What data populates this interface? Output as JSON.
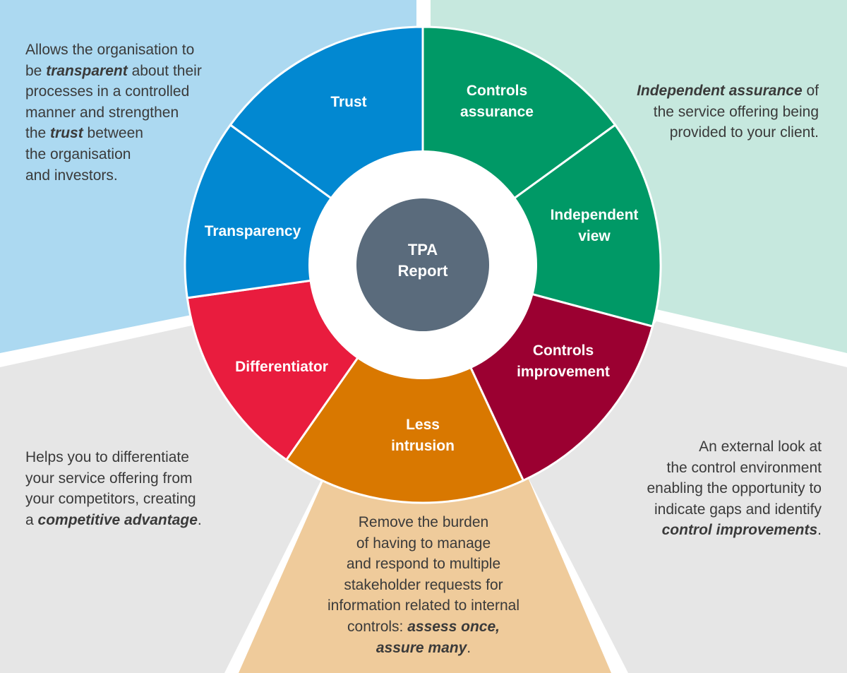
{
  "center": {
    "line1": "TPA",
    "line2": "Report"
  },
  "segments": {
    "trust": {
      "label": "Trust",
      "color": "#0288d1"
    },
    "transparency": {
      "label": "Transparency",
      "color": "#0288d1"
    },
    "controls_assurance": {
      "line1": "Controls",
      "line2": "assurance",
      "color": "#009966"
    },
    "independent_view": {
      "line1": "Independent",
      "line2": "view",
      "color": "#009966"
    },
    "controls_improvement": {
      "line1": "Controls",
      "line2": "improvement",
      "color": "#9b0031"
    },
    "less_intrusion": {
      "line1": "Less",
      "line2": "intrusion",
      "color": "#d97800"
    },
    "differentiator": {
      "label": "Differentiator",
      "color": "#e91c3e"
    }
  },
  "panels": {
    "blue": "#acd9f1",
    "green": "#c6e8de",
    "grey": "#e6e6e6",
    "orange": "#efcb9b"
  },
  "descriptions": {
    "trust": {
      "l1": "Allows the organisation to",
      "l2a": "be ",
      "l2b": "transparent",
      "l2c": " about their",
      "l3": "processes in a controlled",
      "l4": "manner and strengthen",
      "l5a": "the ",
      "l5b": "trust",
      "l5c": " between",
      "l6": "the organisation",
      "l7": "and investors."
    },
    "assurance": {
      "l1a": "Independent assurance",
      "l1b": " of",
      "l2": "the service offering being",
      "l3": "provided to your client."
    },
    "differentiator": {
      "l1": "Helps you to differentiate",
      "l2": "your service offering from",
      "l3": "your competitors, creating",
      "l4a": "a ",
      "l4b": "competitive advantage",
      "l4c": "."
    },
    "improvement": {
      "l1": "An external look at",
      "l2": "the control environment",
      "l3": "enabling the opportunity to",
      "l4": "indicate gaps and identify",
      "l5a": "control improvements",
      "l5b": "."
    },
    "intrusion": {
      "l1": "Remove the burden",
      "l2": "of having to manage",
      "l3": "and respond to multiple",
      "l4": "stakeholder requests for",
      "l5": "information related to internal",
      "l6a": "controls: ",
      "l6b": "assess once,",
      "l7a": "assure many",
      "l7b": "."
    }
  }
}
